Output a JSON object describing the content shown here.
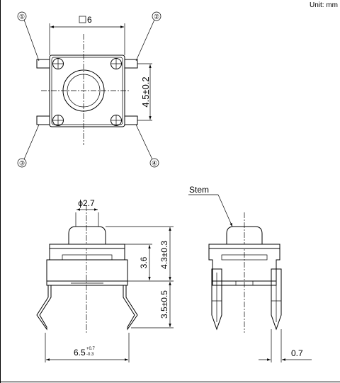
{
  "unit_note": "Unit: mm",
  "top_view": {
    "width_dim": "6",
    "pin_pitch_dim": "4.5±0.2",
    "pins": [
      "①",
      "②",
      "③",
      "④"
    ]
  },
  "front_view": {
    "stem_dia": "ϕ2.7",
    "h_dim_small": "3.6",
    "h_dim_total": "4.3±0.3",
    "lead_len": "3.5±0.5",
    "lead_span_main": "6.5",
    "lead_span_tol_upper": "+0.7",
    "lead_span_tol_lower": "-0.3"
  },
  "side_view": {
    "stem_label": "Stem",
    "lead_thk": "0.7"
  }
}
